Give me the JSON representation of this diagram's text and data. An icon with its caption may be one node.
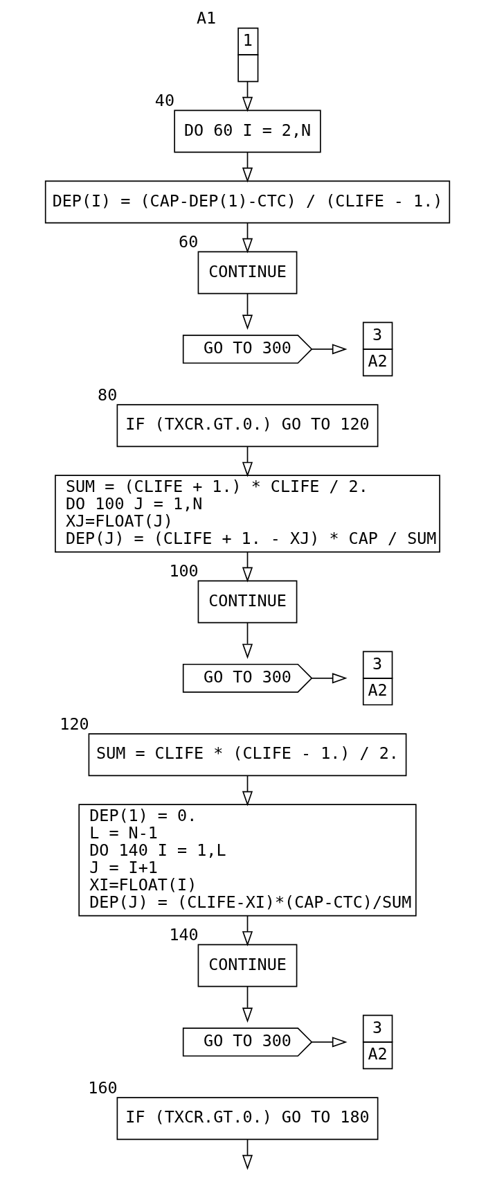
{
  "diagram": {
    "nodes": [
      {
        "text": [
          "1"
        ],
        "beside": [
          "A1"
        ]
      },
      {
        "text": [
          "DO 60 I = 2,N"
        ],
        "beside": [
          "40"
        ]
      },
      {
        "text": [
          "DEP(I) = (CAP-DEP(1)-CTC) / (CLIFE - 1.)"
        ]
      },
      {
        "text": [
          "CONTINUE"
        ],
        "beside": [
          "60"
        ]
      },
      {
        "text": [
          "GO TO 300"
        ]
      },
      {
        "text": [
          "3",
          "A2"
        ]
      },
      {
        "text": [
          "IF (TXCR.GT.0.) GO TO 120"
        ],
        "beside": [
          "80"
        ]
      },
      {
        "text": [
          "SUM = (CLIFE + 1.) * CLIFE / 2.",
          "DO 100 J = 1,N",
          "XJ=FLOAT(J)",
          "DEP(J) = (CLIFE + 1. - XJ) * CAP / SUM"
        ]
      },
      {
        "text": [
          "CONTINUE"
        ],
        "beside": [
          "100"
        ]
      },
      {
        "text": [
          "GO TO 300"
        ]
      },
      {
        "text": [
          "3",
          "A2"
        ]
      },
      {
        "text": [
          "SUM = CLIFE * (CLIFE - 1.) / 2."
        ],
        "beside": [
          "120"
        ]
      },
      {
        "text": [
          "DEP(1) = 0.",
          "L = N-1",
          "DO 140 I = 1,L",
          "J = I+1",
          "XI=FLOAT(I)",
          "DEP(J) = (CLIFE-XI)*(CAP-CTC)/SUM"
        ]
      },
      {
        "text": [
          "CONTINUE"
        ],
        "beside": [
          "140"
        ]
      },
      {
        "text": [
          "GO TO 300"
        ]
      },
      {
        "text": [
          "3",
          "A2"
        ]
      },
      {
        "text": [
          "IF (TXCR.GT.0.) GO TO 180"
        ],
        "beside": [
          "160"
        ]
      }
    ],
    "edges": [
      {
        "from": 0,
        "to": 1,
        "arrow": "to"
      },
      {
        "from": 1,
        "to": 2,
        "arrow": "to"
      },
      {
        "from": 2,
        "to": 3,
        "arrow": "to"
      },
      {
        "from": 3,
        "to": 4,
        "arrow": "to"
      },
      {
        "from": 4,
        "to": 5,
        "arrow": "to"
      },
      {
        "from": 6,
        "to": 7,
        "arrow": "to"
      },
      {
        "from": 7,
        "to": 8,
        "arrow": "to"
      },
      {
        "from": 8,
        "to": 9,
        "arrow": "to"
      },
      {
        "from": 9,
        "to": 10,
        "arrow": "to"
      },
      {
        "from": 11,
        "to": 12,
        "arrow": "to"
      },
      {
        "from": 12,
        "to": 13,
        "arrow": "to"
      },
      {
        "from": 13,
        "to": 14,
        "arrow": "to"
      },
      {
        "from": 14,
        "to": 15,
        "arrow": "to"
      },
      {
        "from": 16,
        "to": null,
        "arrow": "to"
      }
    ]
  }
}
